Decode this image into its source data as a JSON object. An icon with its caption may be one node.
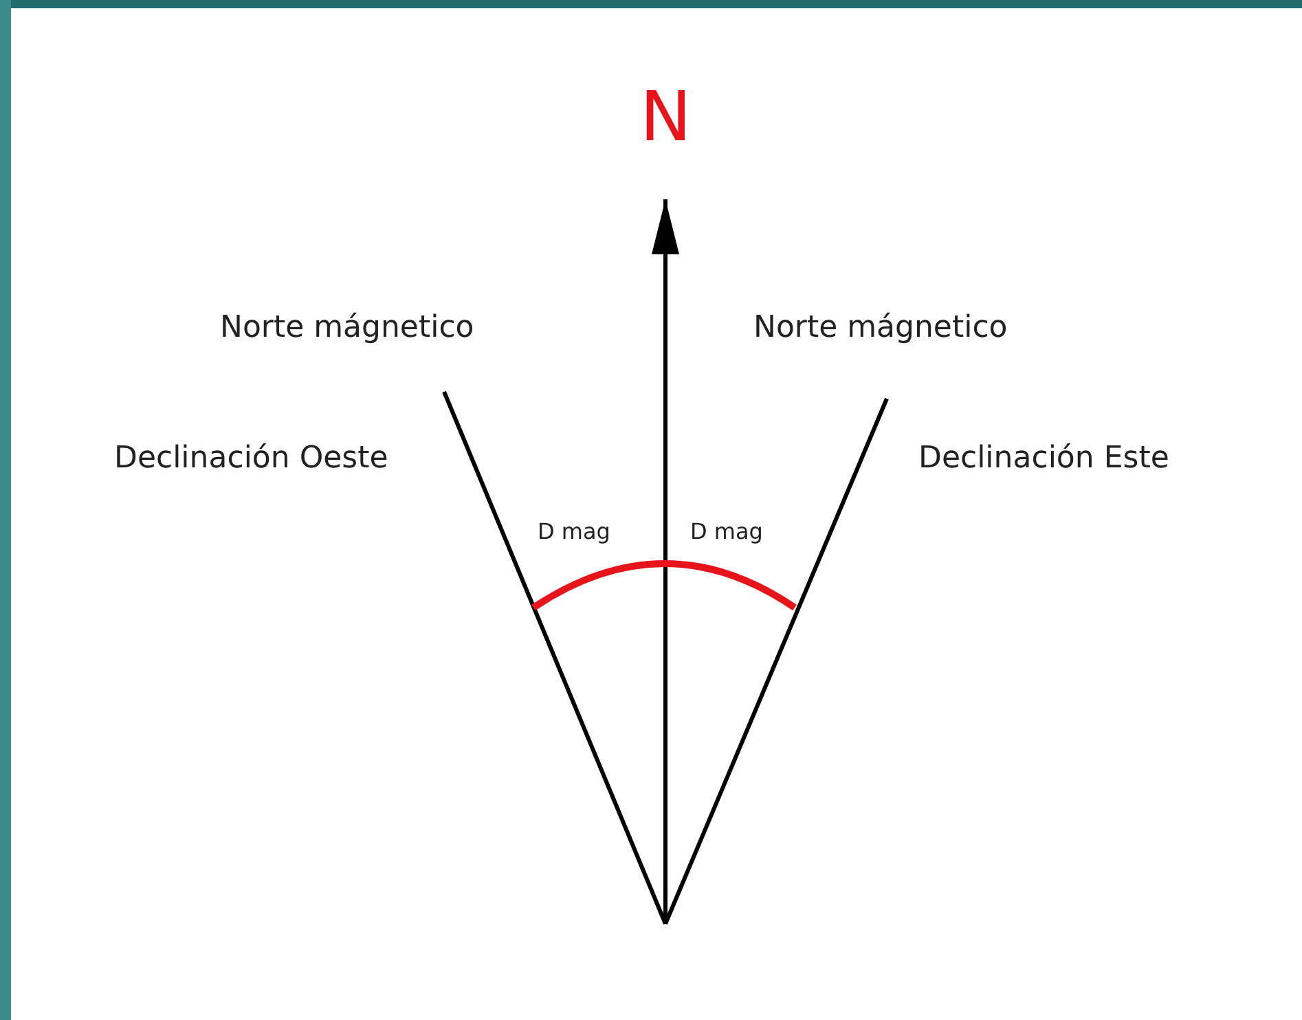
{
  "diagram": {
    "labels": [
      "N",
      "Norte mágnetico",
      "Norte mágnetico",
      "Declinación Oeste",
      "Declinación Este",
      "D mag",
      "D mag"
    ]
  }
}
